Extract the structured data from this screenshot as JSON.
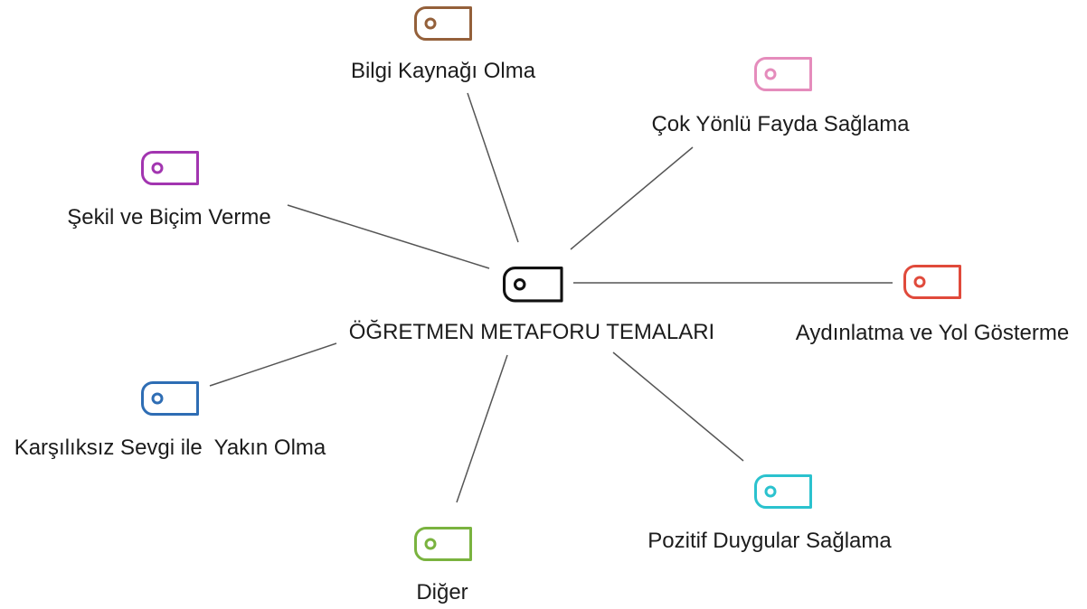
{
  "center": {
    "label": "ÖĞRETMEN METAFORU TEMALARI",
    "color": "#111111",
    "icon": "tag-icon"
  },
  "nodes": [
    {
      "label": "Bilgi Kaynağı Olma",
      "color": "#94603A",
      "icon": "tag-icon"
    },
    {
      "label": "Çok Yönlü Fayda Sağlama",
      "color": "#E58CBC",
      "icon": "tag-icon"
    },
    {
      "label": "Şekil ve Biçim Verme",
      "color": "#A235B0",
      "icon": "tag-icon"
    },
    {
      "label": "Aydınlatma ve Yol Gösterme",
      "color": "#E04A3B",
      "icon": "tag-icon"
    },
    {
      "label": "Karşılıksız Sevgi ile  Yakın Olma",
      "color": "#2E6DB4",
      "icon": "tag-icon"
    },
    {
      "label": "Pozitif Duygular Sağlama",
      "color": "#2BC2CE",
      "icon": "tag-icon"
    },
    {
      "label": "Diğer",
      "color": "#7AB33F",
      "icon": "tag-icon"
    }
  ],
  "connector_color": "#555555"
}
